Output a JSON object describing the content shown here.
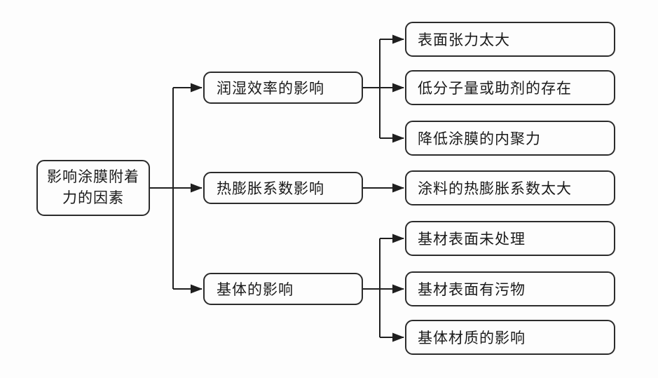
{
  "diagram": {
    "title": "影响涂膜附着力的因素",
    "colors": {
      "background": "#fdfdfd",
      "box_border": "#2c2c2c",
      "line": "#1f1f1f",
      "text": "#1a1a1a"
    },
    "root": {
      "label": "影响涂膜附着\n力的因素"
    },
    "branches": [
      {
        "label": "润湿效率的影响",
        "children": [
          {
            "label": "表面张力太大"
          },
          {
            "label": "低分子量或助剂的存在"
          },
          {
            "label": "降低涂膜的内聚力"
          }
        ]
      },
      {
        "label": "热膨胀系数影响",
        "children": [
          {
            "label": "涂料的热膨胀系数太大"
          }
        ]
      },
      {
        "label": "基体的影响",
        "children": [
          {
            "label": "基材表面未处理"
          },
          {
            "label": "基材表面有污物"
          },
          {
            "label": "基体材质的影响"
          }
        ]
      }
    ]
  }
}
